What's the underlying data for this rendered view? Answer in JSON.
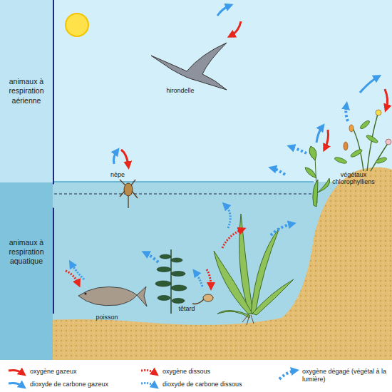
{
  "diagram": {
    "nodes": [
      {
        "text": [
          "animaux à respiration aérienne"
        ]
      },
      {
        "text": [
          "animaux à respiration aquatique"
        ]
      }
    ],
    "labels": [
      "hirondelle",
      "nèpe",
      "poisson",
      "têtard",
      "végétaux chlorophylliens"
    ],
    "legend": [
      {
        "text": "oxygène gazeux"
      },
      {
        "text": "dioxyde de carbone gazeux"
      },
      {
        "text": "oxygène dissous"
      },
      {
        "text": "dioxyde de carbone dissous"
      },
      {
        "text": "oxygène dégagé (végétal à la lumière)"
      }
    ]
  }
}
